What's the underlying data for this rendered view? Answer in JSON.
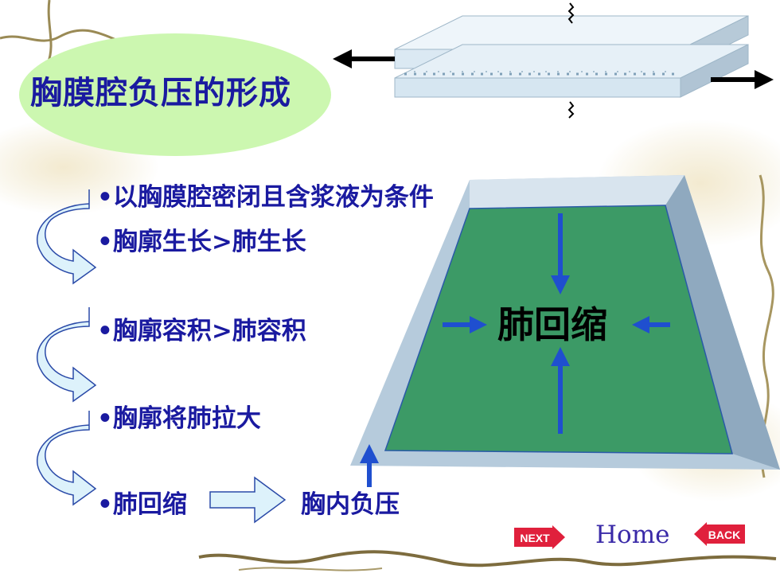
{
  "slide": {
    "title": "胸膜腔负压的形成",
    "bullets": [
      "•以胸膜腔密闭且含浆液为条件",
      "•胸廓生长>肺生长",
      "•胸廓容积>肺容积",
      "•胸廓将肺拉大",
      "•肺回缩"
    ],
    "result_text": "胸内负压",
    "diagram_label": "肺回缩"
  },
  "nav": {
    "next_label": "NEXT",
    "home_label": "Home",
    "back_label": "BACK"
  },
  "colors": {
    "text_blue": "#1a1aa0",
    "title_oval": "#ccf7b0",
    "lung_green": "#3c9a66",
    "frame_blue": "#8fb1cc",
    "arrow_blue": "#1f4fcf",
    "nav_red": "#e0203c"
  }
}
